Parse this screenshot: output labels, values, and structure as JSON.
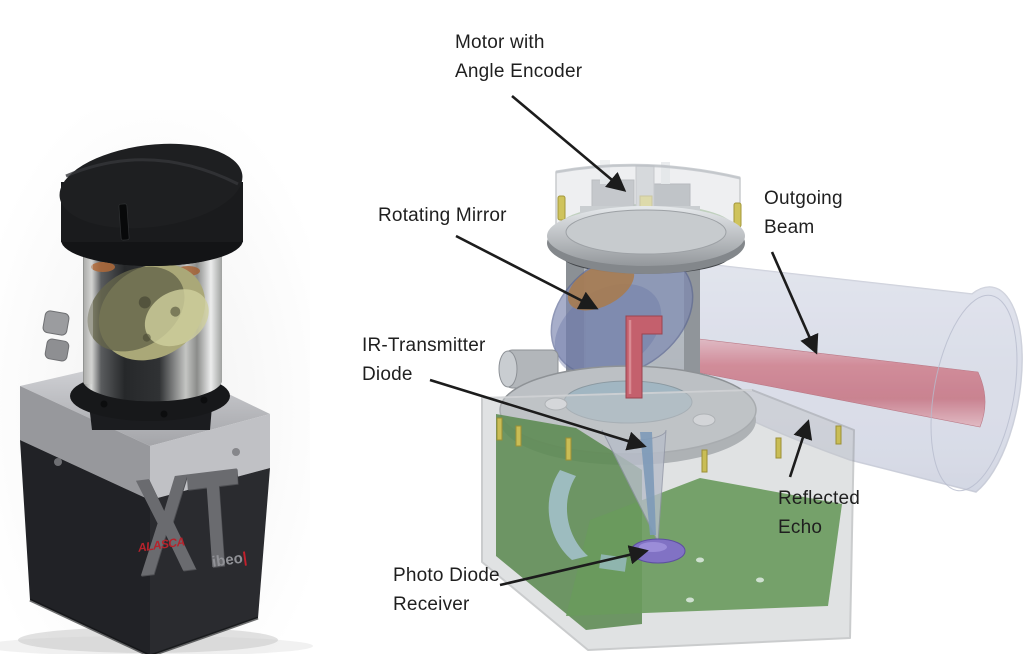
{
  "page": {
    "bg": "#ffffff"
  },
  "photo": {
    "model": "XT",
    "series": "ALASCA",
    "brand": "ibeo",
    "brand_mark": "|"
  },
  "diagram": {
    "labels": {
      "motor": "Motor with\nAngle Encoder",
      "rotating_mirror": "Rotating Mirror",
      "ir_transmitter": "IR-Transmitter\nDiode",
      "photo_diode": "Photo Diode\nReceiver",
      "outgoing_beam": "Outgoing\nBeam",
      "reflected_echo": "Reflected\nEcho"
    },
    "colors": {
      "beam": "#d4737f",
      "echo_cylinder": "#c5cadc",
      "mirror_blue": "#7e89b2",
      "pcb_green": "#5c8a52",
      "photo_diode_purple": "#8172c4",
      "label_text": "#1f1f1f"
    }
  }
}
